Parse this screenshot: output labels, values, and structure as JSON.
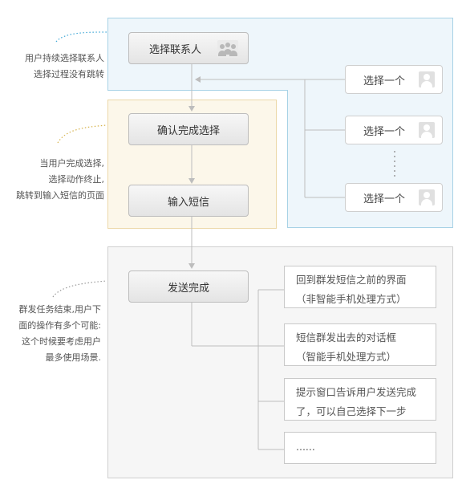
{
  "notes": {
    "note1": [
      "用户持续选择联系人",
      "选择过程没有跳转"
    ],
    "note2": [
      "当用户完成选择,",
      "选择动作终止,",
      "跳转到输入短信的页面"
    ],
    "note3": [
      "群发任务结束,用户下",
      "面的操作有多个可能:",
      "这个时候要考虑用户",
      "最多使用场景."
    ]
  },
  "steps": {
    "select_contact": "选择联系人",
    "confirm": "确认完成选择",
    "input_sms": "输入短信",
    "send_done": "发送完成"
  },
  "picks": [
    "选择一个",
    "选择一个",
    "选择一个"
  ],
  "options": [
    [
      "回到群发短信之前的界面",
      "（非智能手机处理方式）"
    ],
    [
      "短信群发出去的对话框",
      "（智能手机处理方式）"
    ],
    [
      "提示窗口告诉用户发送完成",
      "了，可以自己选择下一步"
    ],
    [
      "......"
    ]
  ],
  "colors": {
    "blue_panel": "#eef6fb",
    "yellow_panel": "#fcf7ea",
    "gray_panel": "#f6f6f6",
    "dotted_blue": "#3fa7d6",
    "dotted_yellow": "#d6b24a",
    "dotted_gray": "#999999"
  }
}
